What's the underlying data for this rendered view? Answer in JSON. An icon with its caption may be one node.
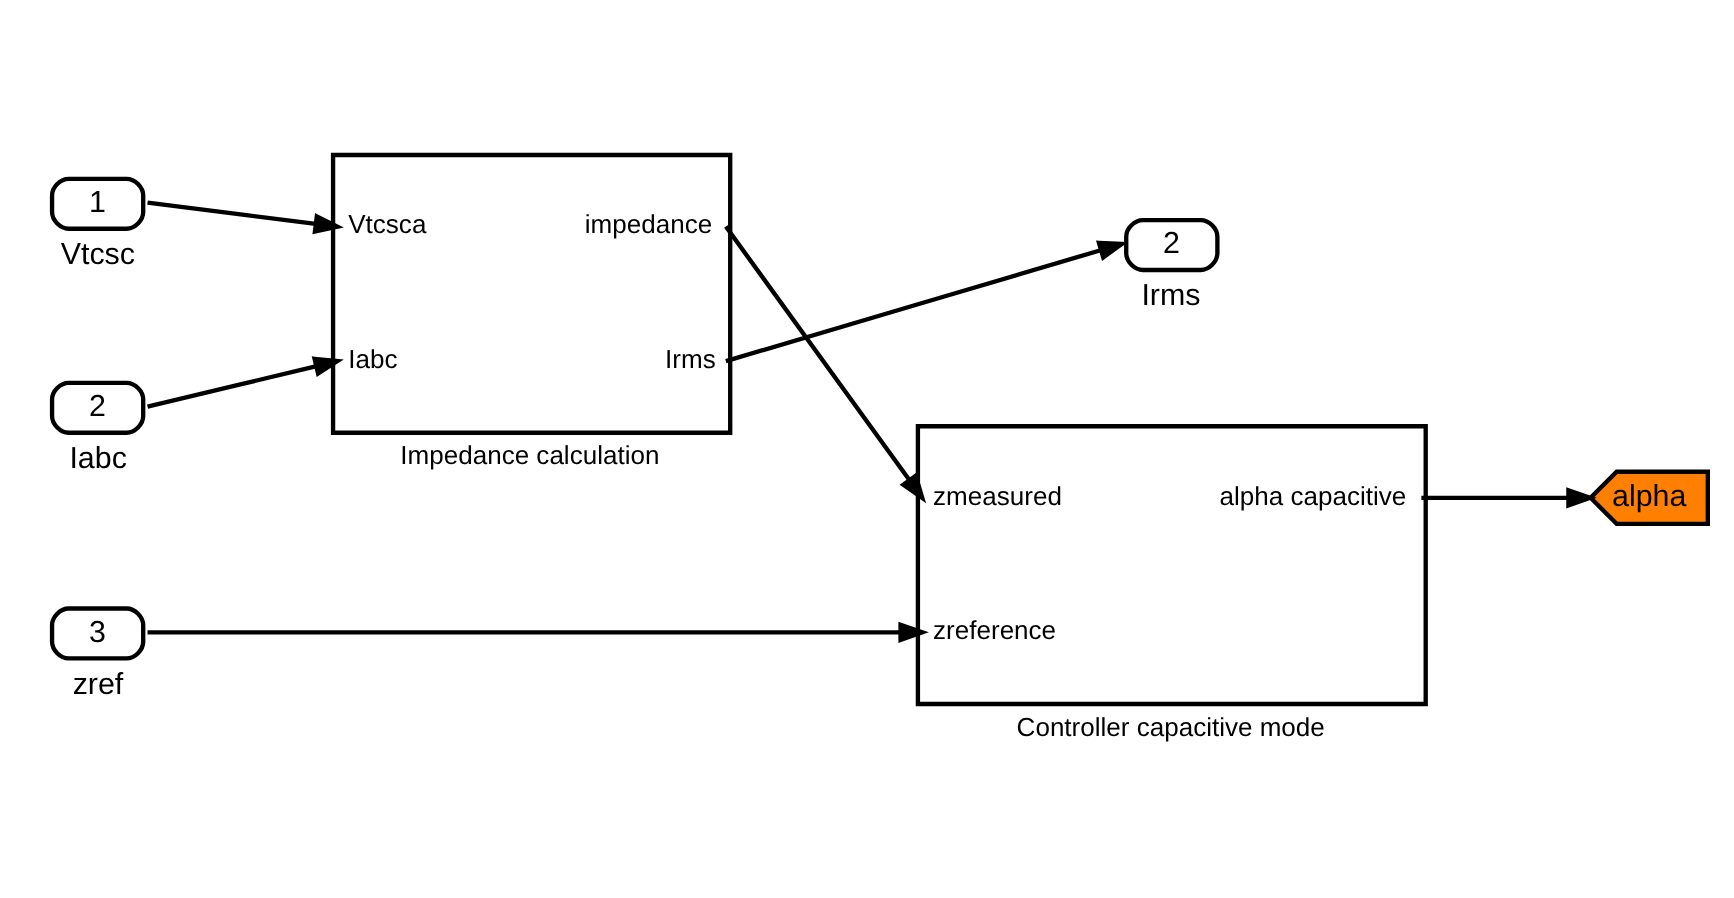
{
  "diagram": {
    "nodes": [
      {
        "text": [
          "1"
        ],
        "beside": [
          "Vtcsc"
        ]
      },
      {
        "text": [
          "2"
        ],
        "beside": [
          "Iabc"
        ]
      },
      {
        "text": [
          "3"
        ],
        "beside": [
          "zref"
        ]
      },
      {
        "text": [
          "Vtcsca",
          "Iabc",
          "impedance",
          "Irms"
        ],
        "beside": [
          "Impedance calculation"
        ]
      },
      {
        "text": [
          "2"
        ],
        "beside": [
          "Irms"
        ]
      },
      {
        "text": [
          "zmeasured",
          "zreference",
          "alpha capacitive"
        ],
        "beside": [
          "Controller capacitive mode"
        ]
      },
      {
        "text": [
          "alpha"
        ]
      }
    ],
    "edges": [
      {
        "from": 0,
        "to": 3,
        "arrow": "to"
      },
      {
        "from": 1,
        "to": 3,
        "arrow": "to"
      },
      {
        "from": 3,
        "to": 5,
        "arrow": "to"
      },
      {
        "from": 3,
        "to": 4,
        "arrow": "to"
      },
      {
        "from": 2,
        "to": 5,
        "arrow": "to"
      },
      {
        "from": 5,
        "to": 6,
        "arrow": "to"
      }
    ]
  }
}
